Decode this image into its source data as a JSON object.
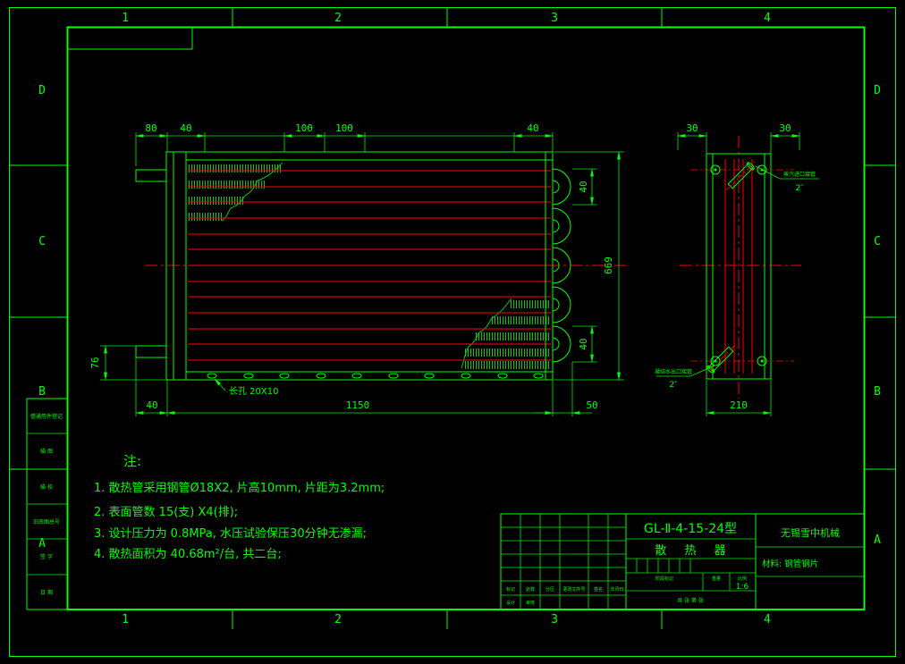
{
  "zones": {
    "cols": [
      "1",
      "2",
      "3",
      "4"
    ],
    "rows": [
      "D",
      "C",
      "B",
      "A"
    ]
  },
  "margin_blocks": {
    "items": [
      "借通用件登记",
      "描 图",
      "描 校",
      "旧底图总号",
      "签 字",
      "日 期"
    ]
  },
  "front_view": {
    "dims_top": [
      "80",
      "40",
      "100",
      "100",
      "40"
    ],
    "dim_height": "669",
    "dim_pitch_top": "40",
    "dim_pitch_bottom": "40",
    "dim_left": "76",
    "dims_bottom": [
      "40",
      "1150",
      "50"
    ],
    "slot_label": "长孔 20X10"
  },
  "side_view": {
    "dim_left": "30",
    "dim_right": "30",
    "dim_width": "210",
    "inlet_label": "蒸汽进口接管",
    "inlet_size": "2″",
    "outlet_label": "凝结水出口接管",
    "outlet_size": "2″"
  },
  "notes": {
    "title": "注:",
    "items": [
      "1.  散热管采用钢管Ø18X2, 片高10mm, 片距为3.2mm;",
      "2.  表面管数  15(支) X4(排);",
      "3.  设计压力为  0.8MPa, 水压试验保压30分钟无渗漏;",
      "4.  散热面积为  40.68m²/台, 共二台;"
    ]
  },
  "title_block": {
    "model": "GL-Ⅱ-4-15-24型",
    "product": "散 热 器",
    "company": "无锡雪中机械",
    "material": "材料: 钢管钢片",
    "stage_label": "阶段标记",
    "weight_label": "重量",
    "scale_label": "比例",
    "scale": "1:6",
    "sheet": "共 张  第 张",
    "rev_headers": [
      "标记",
      "处数",
      "分区",
      "更改文件号",
      "签名",
      "年月日"
    ],
    "sign_labels": [
      "设计",
      "审核"
    ]
  }
}
